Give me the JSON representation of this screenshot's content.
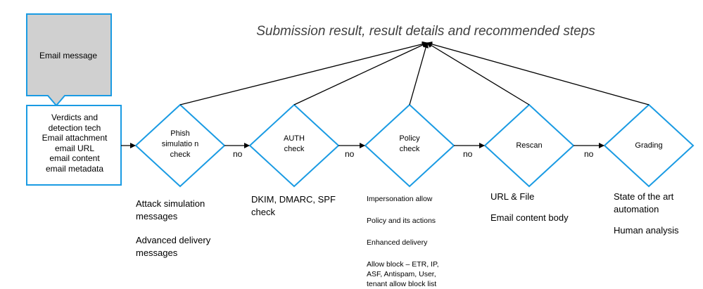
{
  "title": "Submission result, result details and recommended steps",
  "email_message": "Email message",
  "verdicts": [
    "Verdicts and",
    "detection tech",
    "Email attachment",
    "email URL",
    "email content",
    "email metadata"
  ],
  "nodes": [
    {
      "id": "phish",
      "label": "Phish simulatio n check"
    },
    {
      "id": "auth",
      "label": "AUTH check"
    },
    {
      "id": "policy",
      "label": "Policy check"
    },
    {
      "id": "rescan",
      "label": "Rescan"
    },
    {
      "id": "grading",
      "label": "Grading"
    }
  ],
  "connector_label": "no",
  "details": {
    "phish": [
      "Attack simulation messages",
      "Advanced delivery messages"
    ],
    "auth": [
      "DKIM, DMARC, SPF check"
    ],
    "policy": [
      "Impersonation allow",
      "Policy and its actions",
      "Enhanced delivery",
      "Allow block – ETR, IP, ASF, Antispam, User, tenant allow block list"
    ],
    "rescan": [
      "URL & File",
      "Email content body"
    ],
    "grading": [
      "State of the art automation",
      "Human analysis"
    ]
  },
  "colors": {
    "diamond_stroke": "#1a9be3",
    "callout_fill": "#d0d0d0",
    "arrow": "#000000"
  }
}
